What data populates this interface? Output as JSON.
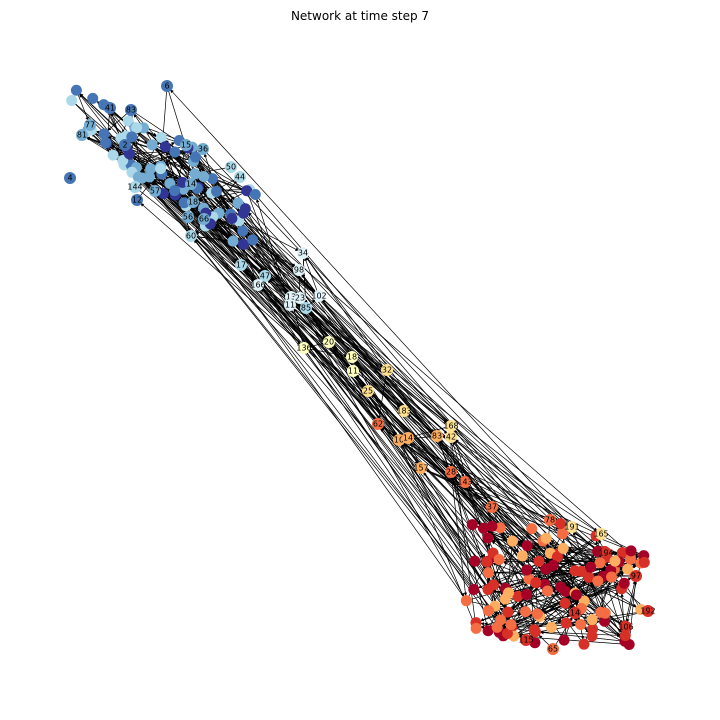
{
  "title": "Network at time step 7",
  "colors": {
    "cluster_a": [
      "#313695",
      "#4575b4",
      "#74add1",
      "#abd9e9",
      "#e0f3f8"
    ],
    "cluster_mid": [
      "#ffffbf",
      "#fee090",
      "#fdae61"
    ],
    "cluster_b": [
      "#f46d43",
      "#d73027",
      "#a50026"
    ]
  },
  "nodes": [
    {
      "id": "6",
      "color": "#4575b4"
    },
    {
      "id": "41",
      "color": "#4575b4"
    },
    {
      "id": "83",
      "color": "#4575b4"
    },
    {
      "id": "77",
      "color": "#74add1"
    },
    {
      "id": "81",
      "color": "#74add1"
    },
    {
      "id": "4",
      "color": "#4575b4"
    },
    {
      "id": "2",
      "color": "#4575b4"
    },
    {
      "id": "15",
      "color": "#74add1"
    },
    {
      "id": "36",
      "color": "#74add1"
    },
    {
      "id": "50",
      "color": "#abd9e9"
    },
    {
      "id": "144",
      "color": "#abd9e9"
    },
    {
      "id": "12",
      "color": "#4575b4"
    },
    {
      "id": "14",
      "color": "#74add1"
    },
    {
      "id": "57",
      "color": "#74add1"
    },
    {
      "id": "44",
      "color": "#abd9e9"
    },
    {
      "id": "18",
      "color": "#74add1"
    },
    {
      "id": "56",
      "color": "#74add1"
    },
    {
      "id": "66",
      "color": "#74add1"
    },
    {
      "id": "60",
      "color": "#abd9e9"
    },
    {
      "id": "47",
      "color": "#abd9e9"
    },
    {
      "id": "17",
      "color": "#abd9e9"
    },
    {
      "id": "34",
      "color": "#e0f3f8"
    },
    {
      "id": "98",
      "color": "#e0f3f8"
    },
    {
      "id": "166",
      "color": "#e0f3f8"
    },
    {
      "id": "13",
      "color": "#e0f3f8"
    },
    {
      "id": "102",
      "color": "#e0f3f8"
    },
    {
      "id": "23",
      "color": "#e0f3f8"
    },
    {
      "id": "11",
      "color": "#e0f3f8"
    },
    {
      "id": "85",
      "color": "#abd9e9"
    },
    {
      "id": "136",
      "color": "#ffffbf"
    },
    {
      "id": "20",
      "color": "#ffffbf"
    },
    {
      "id": "18",
      "color": "#ffffbf"
    },
    {
      "id": "11",
      "color": "#ffffbf"
    },
    {
      "id": "32",
      "color": "#fee090"
    },
    {
      "id": "25",
      "color": "#fee090"
    },
    {
      "id": "168",
      "color": "#fee090"
    },
    {
      "id": "183",
      "color": "#fee090"
    },
    {
      "id": "62",
      "color": "#f46d43"
    },
    {
      "id": "10",
      "color": "#fdae61"
    },
    {
      "id": "14",
      "color": "#fdae61"
    },
    {
      "id": "83",
      "color": "#fdae61"
    },
    {
      "id": "42",
      "color": "#fee090"
    },
    {
      "id": "157",
      "color": "#fdae61"
    },
    {
      "id": "28",
      "color": "#f46d43"
    },
    {
      "id": "143",
      "color": "#f46d43"
    },
    {
      "id": "37",
      "color": "#f46d43"
    },
    {
      "id": "78",
      "color": "#f46d43"
    },
    {
      "id": "191",
      "color": "#fee090"
    },
    {
      "id": "165",
      "color": "#fee090"
    },
    {
      "id": "194",
      "color": "#d73027"
    },
    {
      "id": "97",
      "color": "#d73027"
    },
    {
      "id": "192",
      "color": "#d73027"
    },
    {
      "id": "14",
      "color": "#d73027"
    },
    {
      "id": "115",
      "color": "#d73027"
    },
    {
      "id": "65",
      "color": "#f46d43"
    },
    {
      "id": "106",
      "color": "#d73027"
    }
  ]
}
